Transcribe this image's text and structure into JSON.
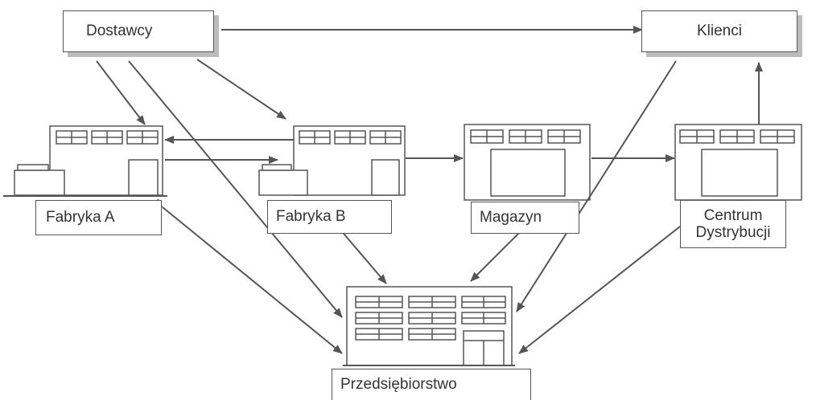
{
  "nodes": {
    "dostawcy": "Dostawcy",
    "klienci": "Klienci",
    "fabryka_a": "Fabryka A",
    "fabryka_b": "Fabryka B",
    "magazyn": "Magazyn",
    "centrum_line1": "Centrum",
    "centrum_line2": "Dystrybucji",
    "przedsiebiorstwo": "Przedsiębiorstwo"
  },
  "colors": {
    "line": "#555555",
    "arrow": "#555555",
    "shadow": "#bdbdbd"
  }
}
